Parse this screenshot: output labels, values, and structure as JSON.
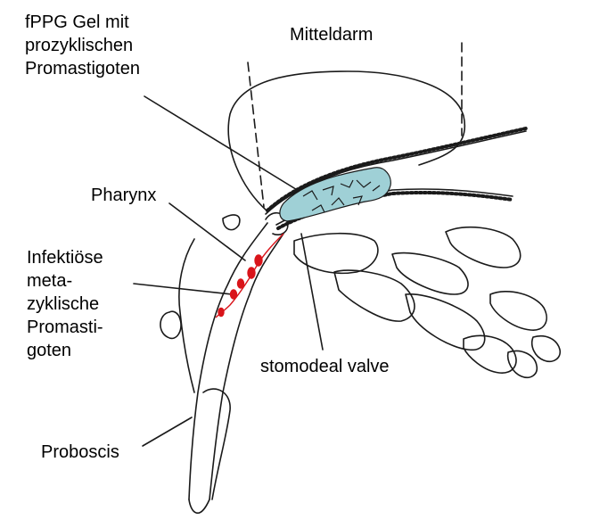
{
  "labels": {
    "fppg_gel": "fPPG Gel mit\nprozyklischen\nPromastigoten",
    "mitteldarm": "Mitteldarm",
    "pharynx": "Pharynx",
    "infektioese": "Infektiöse\nmeta-\nzyklische\nPromasti-\ngoten",
    "stomodeal_valve": "stomodeal valve",
    "proboscis": "Proboscis"
  },
  "colors": {
    "line": "#1a1a1a",
    "gel_fill": "#9fd0d6",
    "parasite": "#d9141a",
    "background": "#ffffff"
  }
}
